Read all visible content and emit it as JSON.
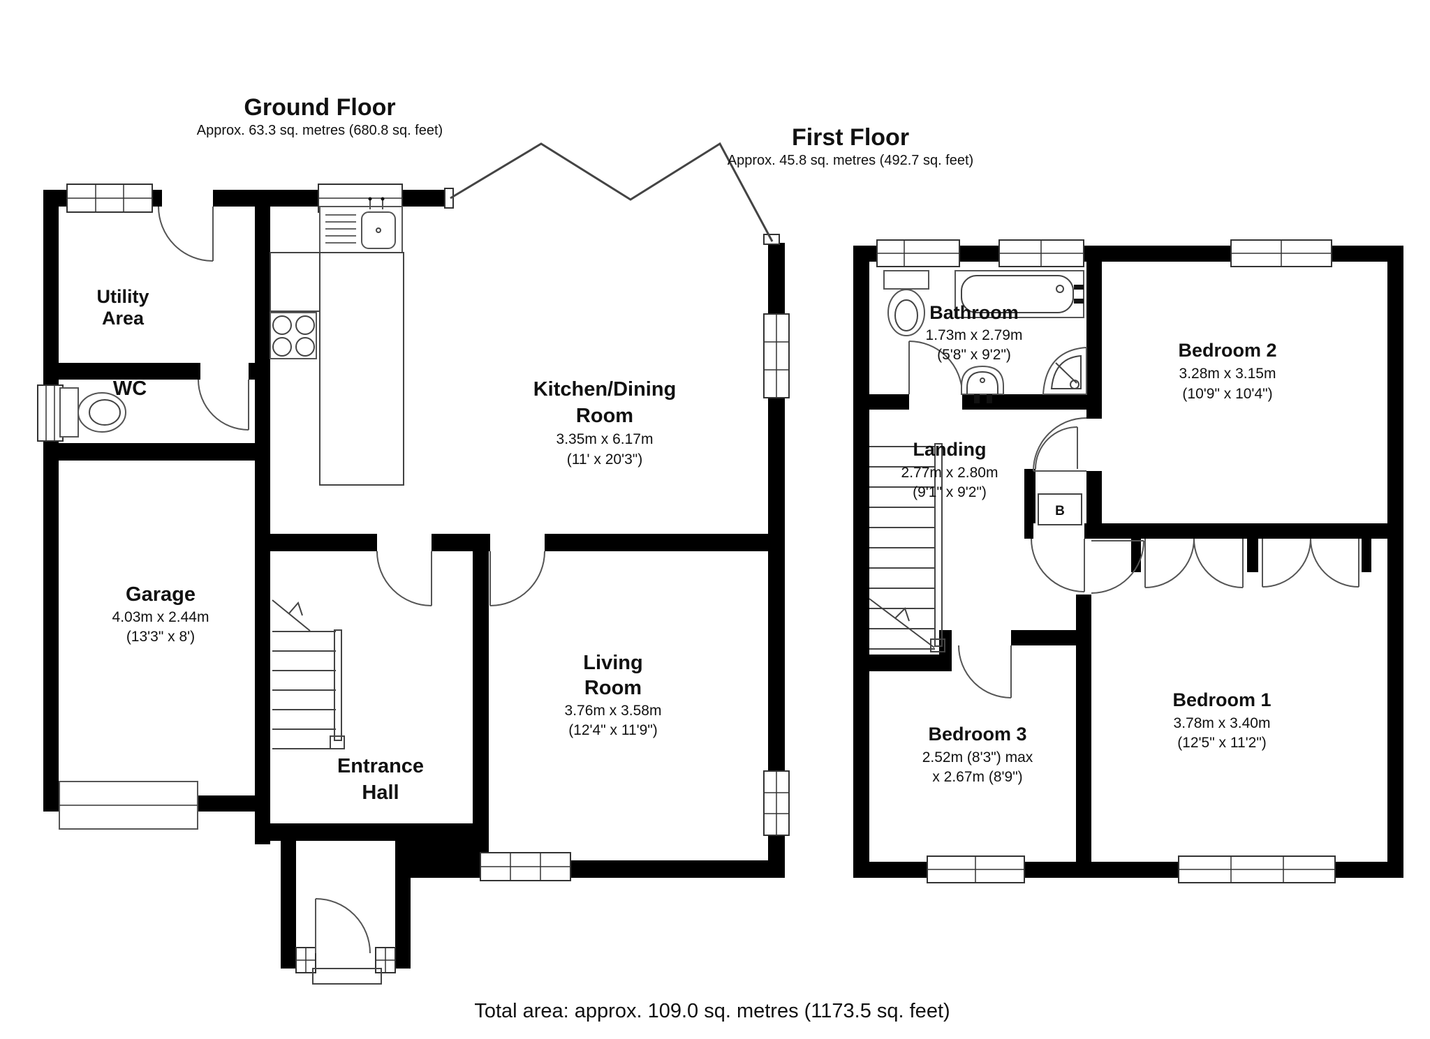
{
  "ground_floor": {
    "title": "Ground Floor",
    "subtitle": "Approx. 63.3 sq. metres (680.8 sq. feet)",
    "rooms": {
      "utility": {
        "name1": "Utility",
        "name2": "Area"
      },
      "wc": {
        "name": "WC"
      },
      "garage": {
        "name": "Garage",
        "dim_m": "4.03m x 2.44m",
        "dim_ft": "(13'3\" x 8')"
      },
      "kitchen": {
        "name1": "Kitchen/Dining",
        "name2": "Room",
        "dim_m": "3.35m x 6.17m",
        "dim_ft": "(11' x 20'3\")"
      },
      "living": {
        "name1": "Living",
        "name2": "Room",
        "dim_m": "3.76m x 3.58m",
        "dim_ft": "(12'4\" x 11'9\")"
      },
      "hall": {
        "name1": "Entrance",
        "name2": "Hall"
      }
    }
  },
  "first_floor": {
    "title": "First Floor",
    "subtitle": "Approx. 45.8 sq. metres (492.7 sq. feet)",
    "rooms": {
      "bathroom": {
        "name": "Bathroom",
        "dim_m": "1.73m x 2.79m",
        "dim_ft": "(5'8\" x 9'2\")"
      },
      "bedroom2": {
        "name": "Bedroom 2",
        "dim_m": "3.28m x 3.15m",
        "dim_ft": "(10'9\" x 10'4\")"
      },
      "landing": {
        "name": "Landing",
        "dim_m": "2.77m x 2.80m",
        "dim_ft": "(9'1\" x 9'2\")"
      },
      "bedroom3": {
        "name": "Bedroom 3",
        "dim1": "2.52m (8'3\") max",
        "dim2": "x 2.67m (8'9\")"
      },
      "bedroom1": {
        "name": "Bedroom 1",
        "dim_m": "3.78m x 3.40m",
        "dim_ft": "(12'5\" x 11'2\")"
      },
      "boiler": {
        "label": "B"
      }
    }
  },
  "footer": {
    "total": "Total area: approx. 109.0 sq. metres (1173.5 sq. feet)"
  },
  "colors": {
    "wall": "#000000",
    "background": "#ffffff",
    "line": "#444444"
  }
}
